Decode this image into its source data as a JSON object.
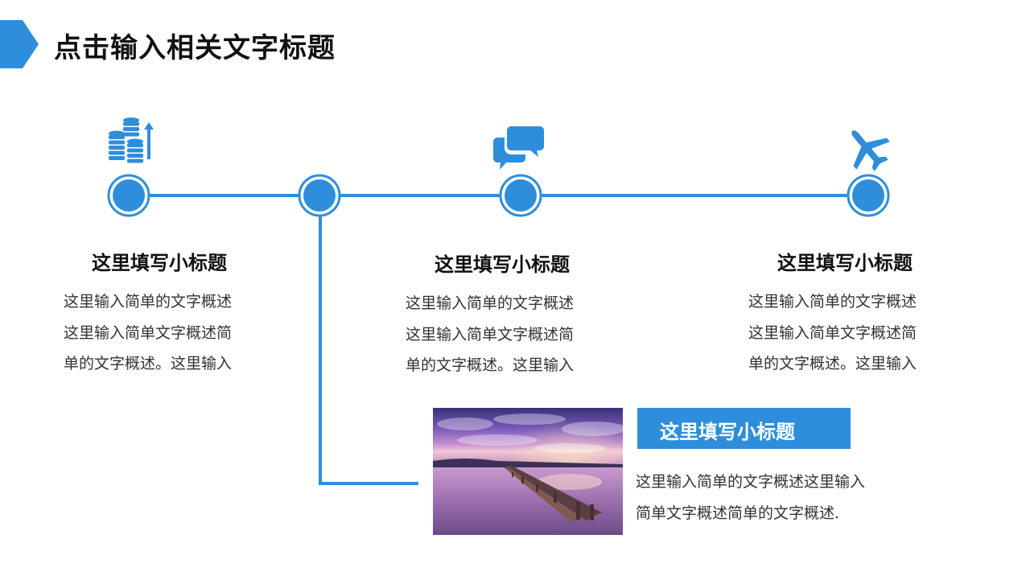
{
  "page": {
    "title": "点击输入相关文字标题",
    "accent_color": "#2e8edb"
  },
  "items": [
    {
      "icon": "coins-growth-icon",
      "subtitle": "这里填写小标题",
      "lines": [
        "这里输入简单的文字概述",
        "这里输入简单文字概述简",
        "单的文字概述。这里输入"
      ]
    },
    {
      "icon": "chat-bubbles-icon",
      "subtitle": "这里填写小标题",
      "lines": [
        "这里输入简单的文字概述",
        "这里输入简单文字概述简",
        "单的文字概述。这里输入"
      ]
    },
    {
      "icon": "airplane-icon",
      "subtitle": "这里填写小标题",
      "lines": [
        "这里输入简单的文字概述",
        "这里输入简单文字概述简",
        "单的文字概述。这里输入"
      ]
    }
  ],
  "feature": {
    "image": "sunset-pier-photo",
    "subtitle": "这里填写小标题",
    "lines": [
      "这里输入简单的文字概述这里输入",
      "简单文字概述简单的文字概述."
    ]
  }
}
